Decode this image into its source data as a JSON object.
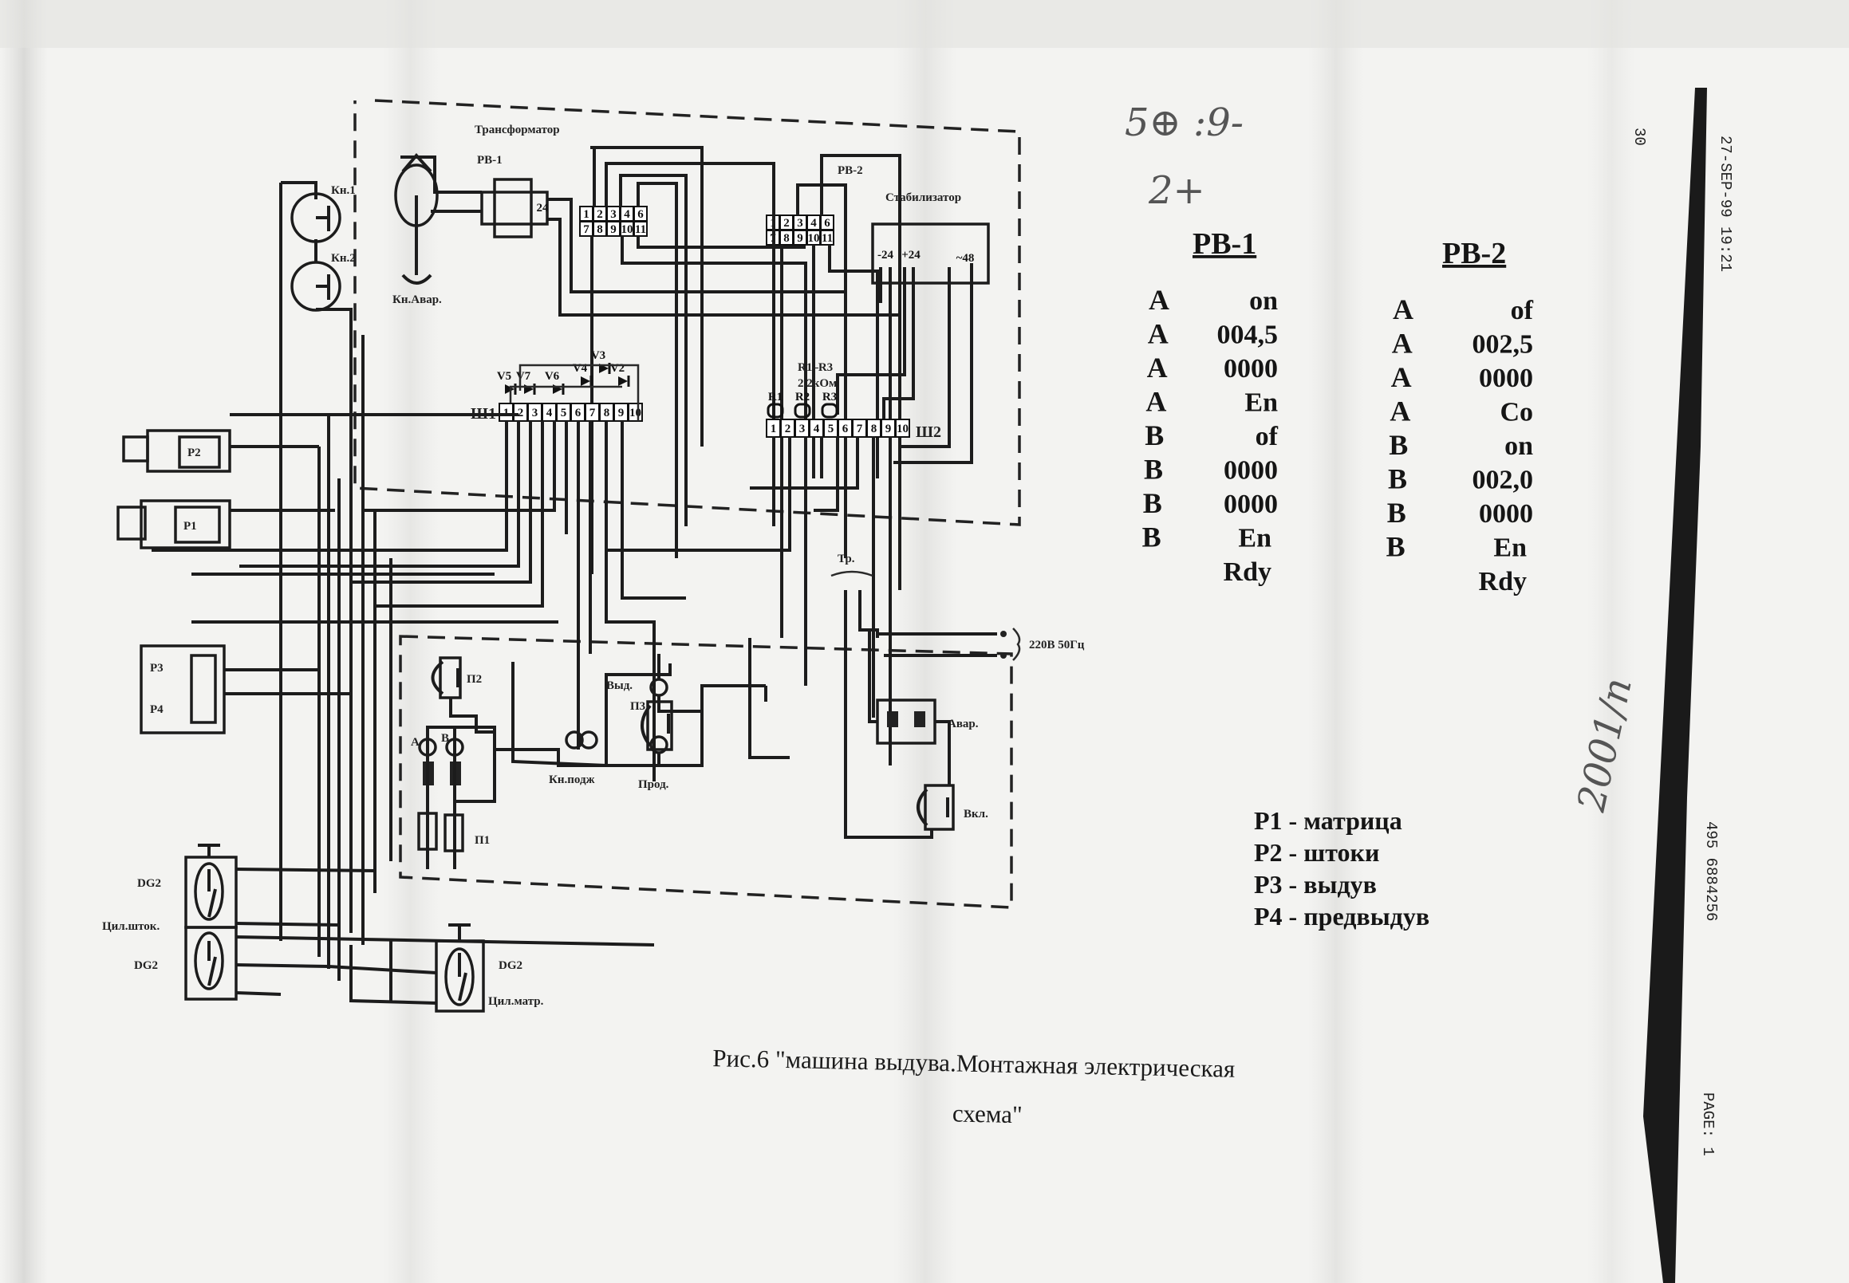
{
  "fax_header": {
    "datetime": "27-SEP-99 19:21",
    "phone": "495 6884256",
    "page": "PAGE: 1",
    "corner_number": "30"
  },
  "handwriting": {
    "note1": "5⊕ :9-",
    "note2": "2+",
    "note3": "2001/п"
  },
  "diagram": {
    "transformer": "Трансформатор",
    "rb1": "РВ-1",
    "rb2": "РВ-2",
    "stabilizer": "Стабилизатор",
    "stab_minus": "-24",
    "stab_plus": "+24",
    "stab_ac": "~48",
    "transformer_pin": "24",
    "kn1": "Кн.1",
    "kn2": "Кн.2",
    "kn_avar": "Кн.Авар.",
    "sh1": "Ш1",
    "sh2": "Ш2",
    "diodes": [
      "V5",
      "V7",
      "V6",
      "V4",
      "V3",
      "V2"
    ],
    "resistors_range": "R1–R3",
    "resistor_value": "2.2кОм",
    "resistors": [
      "R1",
      "R2",
      "R3"
    ],
    "rb_terminals_top": [
      "1",
      "2",
      "3",
      "4",
      "6"
    ],
    "rb_terminals_bottom": [
      "7",
      "8",
      "9",
      "10",
      "11"
    ],
    "sh_terminals": [
      "1",
      "2",
      "3",
      "4",
      "5",
      "6",
      "7",
      "8",
      "9",
      "10"
    ],
    "p1": "P1",
    "p2": "P2",
    "p3": "P3",
    "p4": "P4",
    "dg2_top": "DG2",
    "dg2_bottom": "DG2",
    "dg2_right": "DG2",
    "cyl_rod": "Цил.шток.",
    "cyl_matrix": "Цил.матр.",
    "sensor_p2": "П2",
    "lamp_a": "A",
    "lamp_b": "B",
    "sensor_p1": "П1",
    "btn_podzh": "Кн.подж",
    "btn_vyd": "Выд.",
    "btn_prod": "Прод.",
    "sensor_p3": "П3",
    "btn_avar": "Авар.",
    "btn_vkl": "Вкл.",
    "tr": "Тр.",
    "mains": "220В 50Гц"
  },
  "rb1_table": {
    "title": "РВ-1",
    "rows": [
      {
        "ch": "A",
        "val": "on"
      },
      {
        "ch": "A",
        "val": "004,5"
      },
      {
        "ch": "A",
        "val": "0000"
      },
      {
        "ch": "A",
        "val": "En"
      },
      {
        "ch": "B",
        "val": "of"
      },
      {
        "ch": "B",
        "val": "0000"
      },
      {
        "ch": "B",
        "val": "0000"
      },
      {
        "ch": "B",
        "val": "En"
      },
      {
        "ch": "",
        "val": "Rdy"
      }
    ]
  },
  "rb2_table": {
    "title": "РВ-2",
    "rows": [
      {
        "ch": "A",
        "val": "of"
      },
      {
        "ch": "A",
        "val": "002,5"
      },
      {
        "ch": "A",
        "val": "0000"
      },
      {
        "ch": "A",
        "val": "Co"
      },
      {
        "ch": "B",
        "val": "on"
      },
      {
        "ch": "B",
        "val": "002,0"
      },
      {
        "ch": "B",
        "val": "0000"
      },
      {
        "ch": "B",
        "val": "En"
      },
      {
        "ch": "",
        "val": "Rdy"
      }
    ]
  },
  "legend": [
    "P1 - матрица",
    "P2 - штоки",
    "P3 - выдув",
    "P4 - предвыдув"
  ],
  "caption": {
    "line1": "Рис.6 \"машина выдува.Монтажная электрическая",
    "line2": "схема\""
  }
}
